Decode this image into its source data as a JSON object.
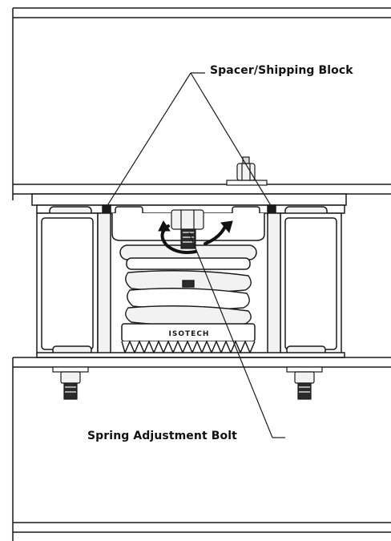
{
  "labels": {
    "spacer_block": "Spacer/Shipping Block",
    "adjustment_bolt": "Spring Adjustment Bolt"
  },
  "spring_brand": "ISOTECH",
  "colors": {
    "line": "#1a1a1a",
    "fill_light": "#f2f2f2",
    "fill_mid": "#d9d9d9",
    "fill_dark": "#2b2b2b",
    "background": "#ffffff"
  },
  "icons": {
    "rotation": "curved-rotation-arrows-icon"
  }
}
